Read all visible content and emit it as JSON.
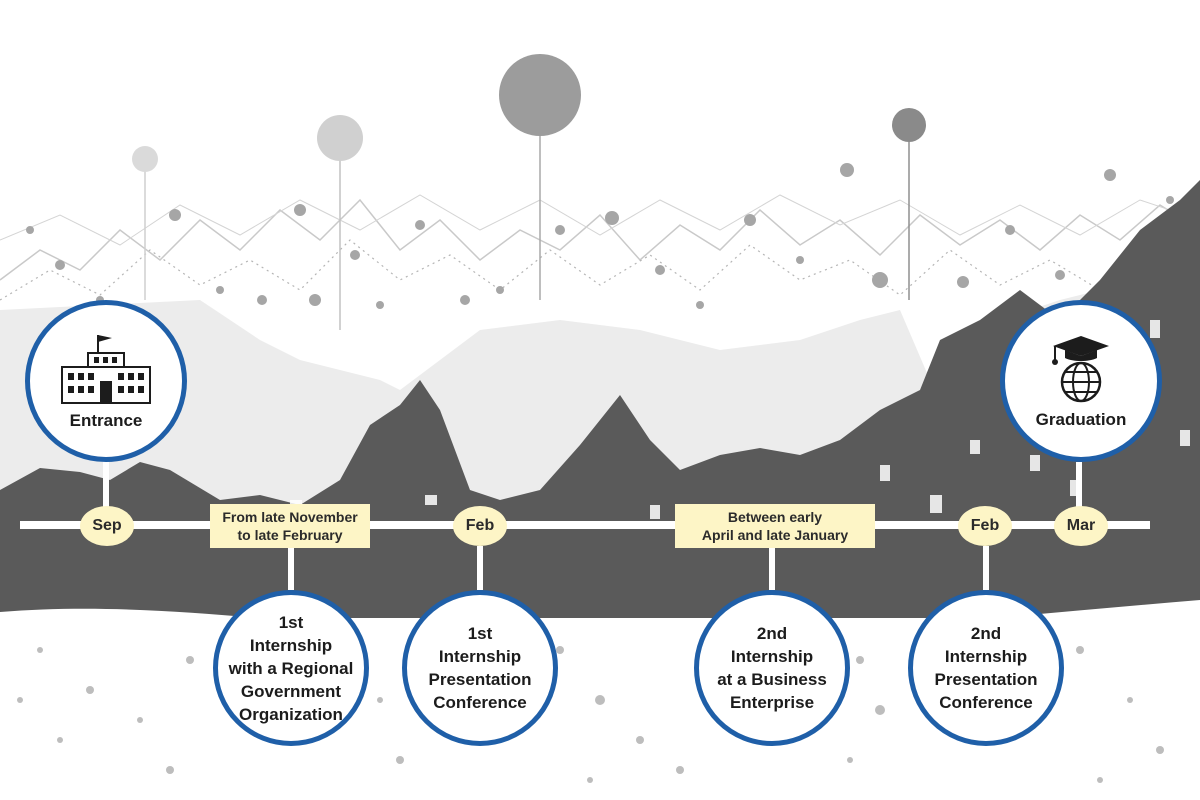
{
  "milestones": {
    "entrance": {
      "label": "Entrance",
      "icon": "school-building-icon"
    },
    "graduation": {
      "label": "Graduation",
      "icon": "graduation-globe-icon"
    }
  },
  "months": [
    "Sep",
    "Feb",
    "Feb",
    "Mar"
  ],
  "periods": [
    {
      "line1": "From late November",
      "line2": "to late February"
    },
    {
      "line1": "Between early",
      "line2": "April and late January"
    }
  ],
  "events": [
    {
      "lines": [
        "1st",
        "Internship",
        "with a Regional",
        "Government",
        "Organization"
      ]
    },
    {
      "lines": [
        "1st",
        "Internship",
        "Presentation",
        "Conference"
      ]
    },
    {
      "lines": [
        "2nd",
        "Internship",
        "at a Business",
        "Enterprise"
      ]
    },
    {
      "lines": [
        "2nd",
        "Internship",
        "Presentation",
        "Conference"
      ]
    }
  ],
  "colors": {
    "circle_border": "#1f5fa8",
    "badge_fill": "#fdf5c6",
    "timeline": "#ffffff",
    "background_dark": "#555555"
  }
}
